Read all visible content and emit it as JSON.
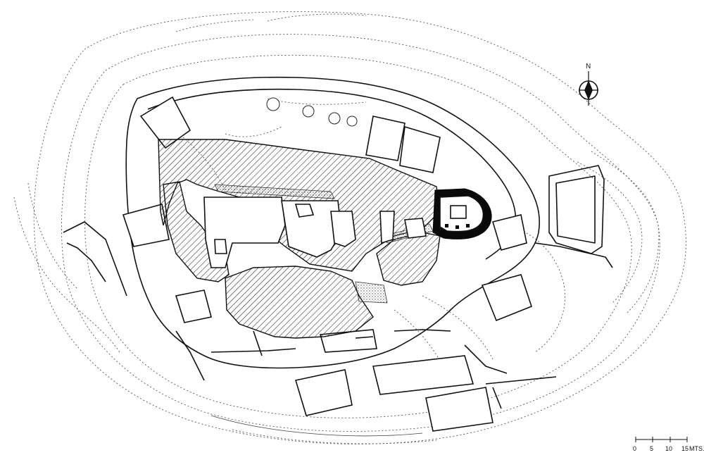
{
  "map": {
    "north_label": "N",
    "scale_bar": {
      "ticks": [
        "0",
        "5",
        "10",
        "15"
      ],
      "unit": "MTS."
    },
    "features": [
      "hatched-ruins",
      "tower-black",
      "stippled-walkway",
      "contour-lines",
      "trees"
    ]
  }
}
